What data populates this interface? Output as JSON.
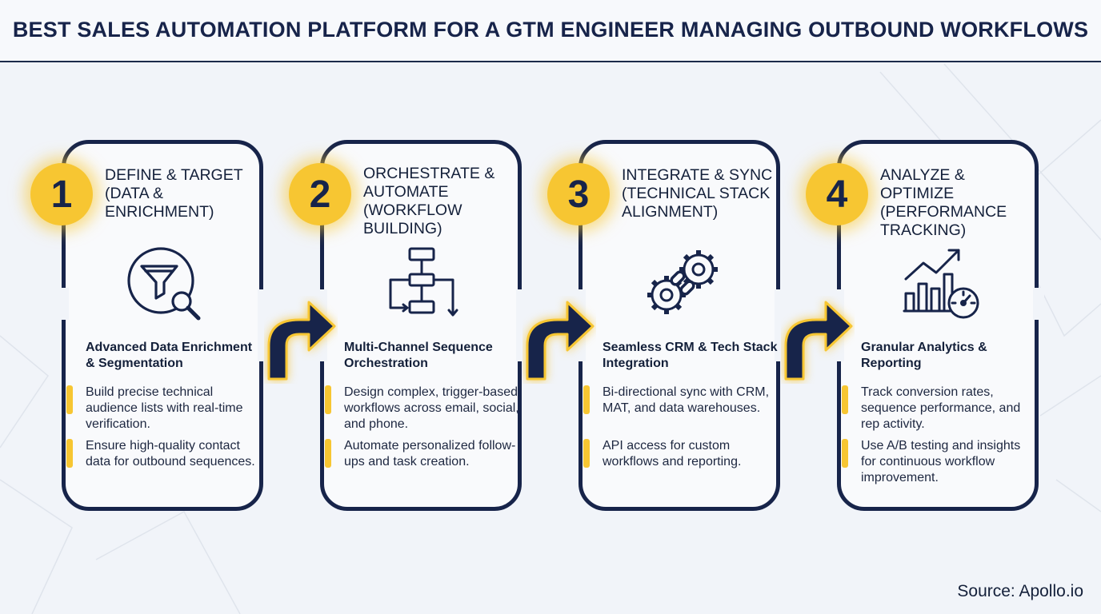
{
  "header": {
    "title": "BEST SALES AUTOMATION PLATFORM FOR A GTM ENGINEER MANAGING OUTBOUND WORKFLOWS"
  },
  "steps": [
    {
      "number": "1",
      "title": "DEFINE & TARGET (DATA & ENRICHMENT)",
      "icon": "funnel-magnifier-icon",
      "subhead": "Advanced Data Enrichment & Segmentation",
      "bullets": [
        "Build precise technical audience lists with real-time verification.",
        "Ensure high-quality contact data for outbound sequences."
      ]
    },
    {
      "number": "2",
      "title": "ORCHESTRATE & AUTOMATE (WORKFLOW BUILDING)",
      "icon": "workflow-flowchart-icon",
      "subhead": "Multi-Channel Sequence Orchestration",
      "bullets": [
        "Design complex, trigger-based workflows across email, social, and phone.",
        "Automate personalized follow-ups and task creation."
      ]
    },
    {
      "number": "3",
      "title": "INTEGRATE & SYNC (TECHNICAL STACK ALIGNMENT)",
      "icon": "gears-link-icon",
      "subhead": "Seamless CRM & Tech Stack Integration",
      "bullets": [
        "Bi-directional sync with CRM, MAT, and data warehouses.",
        "API access for custom workflows and reporting."
      ]
    },
    {
      "number": "4",
      "title": "ANALYZE & OPTIMIZE (PERFORMANCE TRACKING)",
      "icon": "bar-chart-gauge-icon",
      "subhead": "Granular Analytics & Reporting",
      "bullets": [
        "Track conversion rates, sequence performance, and rep activity.",
        "Use A/B testing and insights for continuous workflow improvement."
      ]
    }
  ],
  "source": "Source: Apollo.io",
  "colors": {
    "navy": "#17244a",
    "yellow": "#f7c632",
    "background": "#f1f4f9"
  }
}
